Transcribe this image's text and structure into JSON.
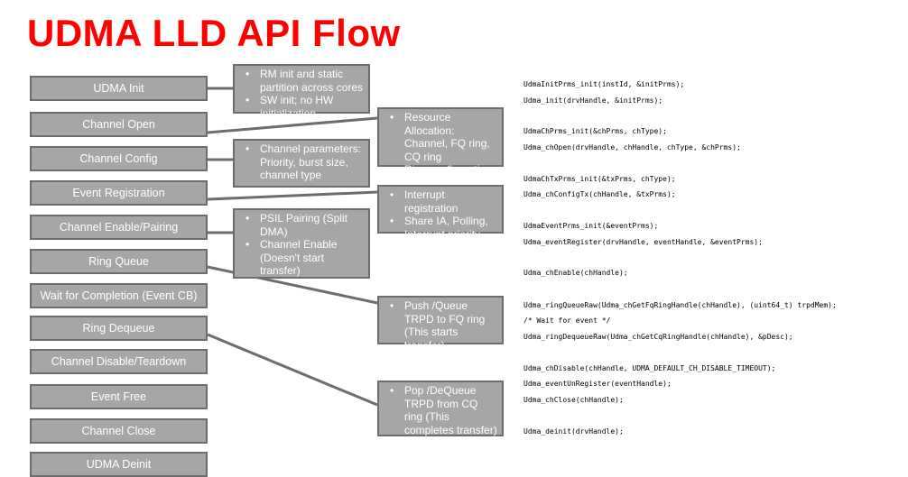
{
  "title": "UDMA LLD API Flow",
  "steps": [
    "UDMA Init",
    "Channel Open",
    "Channel Config",
    "Event Registration",
    "Channel Enable/Pairing",
    "Ring  Queue",
    "Wait for Completion (Event CB)",
    "Ring Dequeue",
    "Channel Disable/Teardown",
    "Event Free",
    "Channel Close",
    "UDMA Deinit"
  ],
  "notes": [
    {
      "items": [
        "RM init and static partition across cores",
        "SW init; no HW initialization"
      ]
    },
    {
      "items": [
        "Resource Allocation: Channel, FQ ring, CQ ring",
        "Ring configuration"
      ]
    },
    {
      "items": [
        "Channel parameters: Priority, burst size, channel type"
      ]
    },
    {
      "items": [
        "Interrupt registration",
        "Share IA, Polling, Interrupt priority"
      ]
    },
    {
      "items": [
        "PSIL Pairing (Split DMA)",
        "Channel Enable (Doesn't start transfer)"
      ]
    },
    {
      "items": [
        "Push /Queue TRPD to FQ ring (This starts transfer)"
      ]
    },
    {
      "items": [
        "Pop /DeQueue TRPD from CQ ring (This completes transfer)"
      ]
    }
  ],
  "code_lines": [
    "UdmaInitPrms_init(instId, &initPrms);",
    "Udma_init(drvHandle, &initPrms);",
    "UdmaChPrms_init(&chPrms, chType);",
    "Udma_chOpen(drvHandle, chHandle, chType, &chPrms);",
    "UdmaChTxPrms_init(&txPrms, chType);",
    "Udma_chConfigTx(chHandle, &txPrms);",
    "UdmaEventPrms_init(&eventPrms);",
    "Udma_eventRegister(drvHandle, eventHandle, &eventPrms);",
    "Udma_chEnable(chHandle);",
    "Udma_ringQueueRaw(Udma_chGetFqRingHandle(chHandle), (uint64_t) trpdMem);",
    "/* Wait for event */",
    "Udma_ringDequeueRaw(Udma_chGetCqRingHandle(chHandle), &pDesc);",
    "Udma_chDisable(chHandle, UDMA_DEFAULT_CH_DISABLE_TIMEOUT);",
    "Udma_eventUnRegister(eventHandle);",
    "Udma_chClose(chHandle);",
    "Udma_deinit(drvHandle);"
  ]
}
